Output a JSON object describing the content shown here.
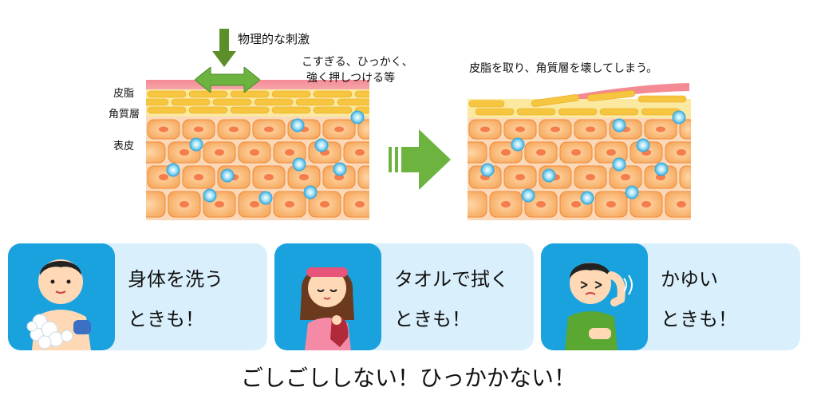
{
  "diagram": {
    "force_label": "物理的な刺激",
    "force_note_1": "こすぎる、ひっかく、",
    "force_note_2": "強く押しつける等",
    "damage_note": "皮脂を取り、角質層を壊してしまう。",
    "layer_labels": {
      "sebum": "皮脂",
      "stratum_corneum": "角質層",
      "epidermis": "表皮"
    }
  },
  "cards": [
    {
      "line1": "身体を洗う",
      "line2": "ときも！",
      "icon": "washing-body-icon"
    },
    {
      "line1": "タオルで拭く",
      "line2": "ときも！",
      "icon": "towel-drying-icon"
    },
    {
      "line1": "かゆい",
      "line2": "ときも！",
      "icon": "itching-icon"
    }
  ],
  "slogan": "ごしごししない！ひっかかない！",
  "colors": {
    "arrow_green": "#6cb33f",
    "card_bg": "#d9effb",
    "card_pic_bg": "#1aa2df",
    "sebum": "#ef7a86",
    "corneum": "#f6c640",
    "cell": "#f5a04a"
  }
}
